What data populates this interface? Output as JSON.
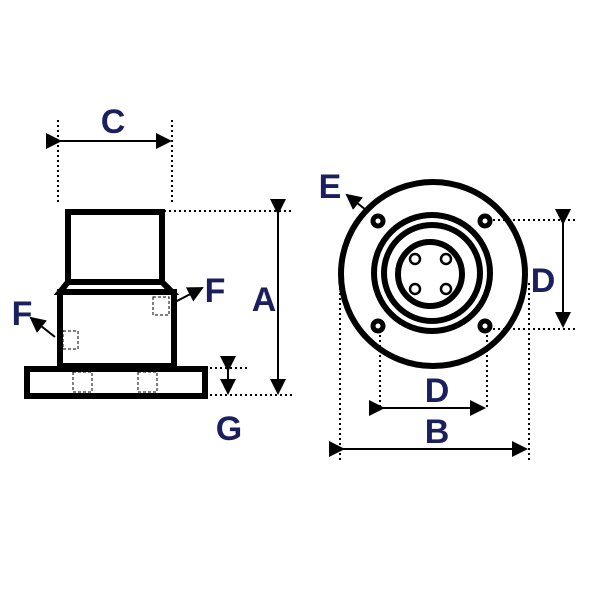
{
  "title": "Flange base fitting dimension diagram",
  "labels": {
    "A": "A",
    "B": "B",
    "C": "C",
    "D_vertical": "D",
    "D_horizontal": "D",
    "E": "E",
    "F_left": "F",
    "F_right": "F",
    "G": "G"
  },
  "colors": {
    "label": "#1b1f5e",
    "line": "#000000"
  }
}
